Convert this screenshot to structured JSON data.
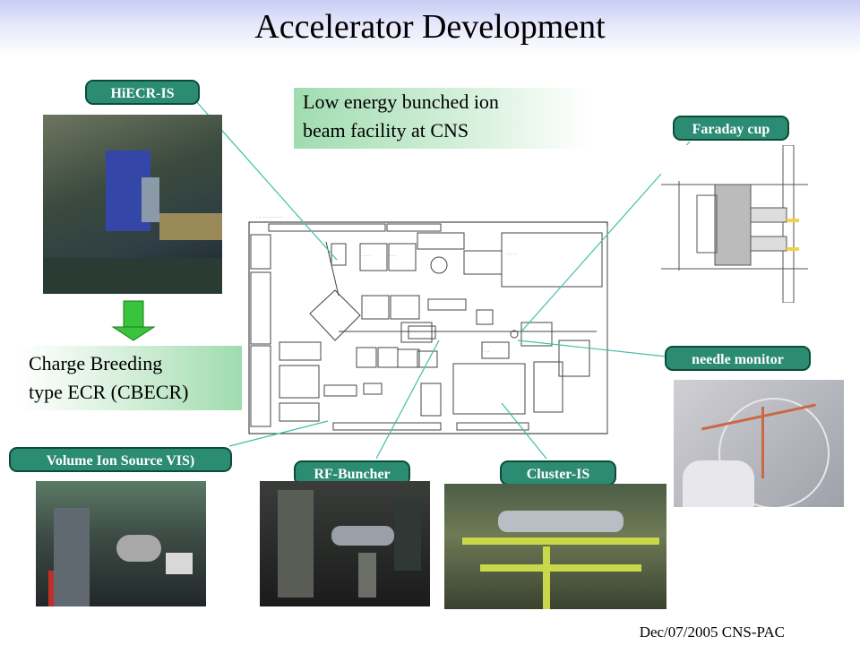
{
  "slide": {
    "title": "Accelerator Development",
    "footer": "Dec/07/2005 CNS-PAC"
  },
  "labels": {
    "hiecr": "HiECR-IS",
    "faraday": "Faraday cup",
    "needle": "needle monitor",
    "vis": "Volume Ion Source VIS)",
    "rf": "RF-Buncher",
    "cluster": "Cluster-IS"
  },
  "boxes": {
    "low_energy_line1": "Low energy bunched ion",
    "low_energy_line2": "beam facility at CNS",
    "cbecr_line1": "Charge Breeding",
    "cbecr_line2": "type ECR (CBECR)"
  },
  "colors": {
    "label_fill": "#2b8b73",
    "label_border": "#0a4d37",
    "leader_line": "#40c0a8",
    "box_gradient_start": "#a0dcb0",
    "arrow_green": "#39c43d"
  }
}
